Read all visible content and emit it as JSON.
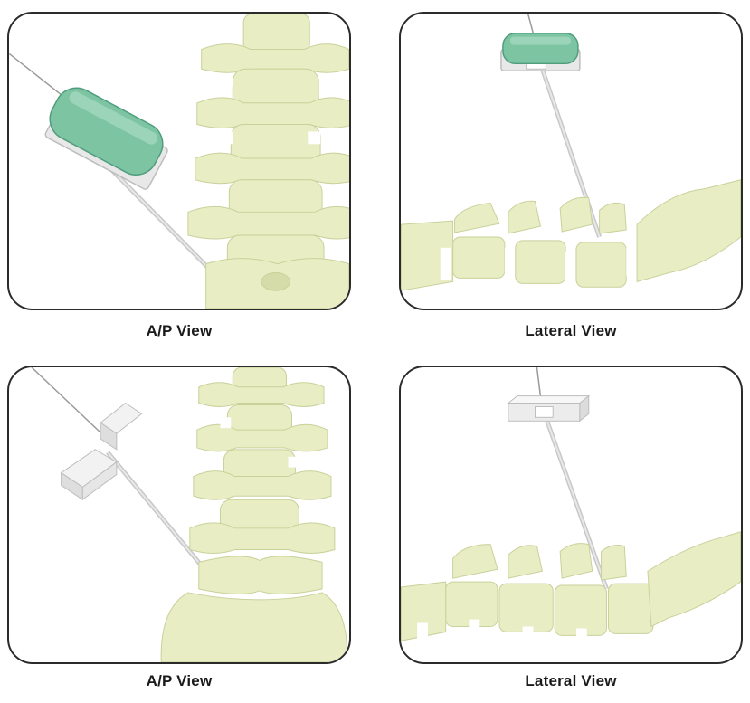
{
  "captions": {
    "top_left": "A/P View",
    "top_right": "Lateral View",
    "bottom_left": "A/P View",
    "bottom_right": "Lateral View"
  },
  "colors": {
    "bone": "#e8edc4",
    "bone_shadow": "#c9d19a",
    "disc": "#ffffff",
    "marker_green": "#7dc4a3",
    "marker_green_dark": "#4f9d7d",
    "marker_white": "#f2f2f2",
    "needle": "#bfbfbf",
    "border": "#2b2b2b"
  }
}
